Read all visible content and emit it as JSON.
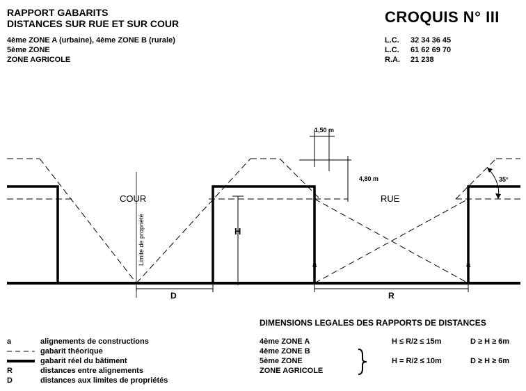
{
  "header": {
    "title_line1": "RAPPORT GABARITS",
    "title_line2": "DISTANCES SUR RUE ET SUR COUR",
    "zone_line1": "4ème ZONE A (urbaine), 4ème ZONE B (rurale)",
    "zone_line2": "5ème ZONE",
    "zone_line3": "ZONE AGRICOLE",
    "croquis": "CROQUIS N° III"
  },
  "references": [
    {
      "code": "L.C.",
      "numbers": "32  34  36  45"
    },
    {
      "code": "L.C.",
      "numbers": "61  62  69  70"
    },
    {
      "code": "R.A.",
      "numbers": "21  238"
    }
  ],
  "diagram": {
    "label_cour": "COUR",
    "label_rue": "RUE",
    "label_limite": "Limite de propriété",
    "label_h": "H",
    "label_d": "D",
    "label_r": "R",
    "label_a1": "a",
    "label_a2": "a",
    "dim_150": "1,50 m",
    "dim_480": "4,80 m",
    "angle": "35°"
  },
  "legend": [
    {
      "symbol": "a",
      "text": "alignements de constructions"
    },
    {
      "symbol": "dash",
      "text": "gabarit théorique"
    },
    {
      "symbol": "thick",
      "text": "gabarit réel du bâtiment"
    },
    {
      "symbol": "R",
      "text": "distances entre alignements"
    },
    {
      "symbol": "D",
      "text": "distances aux limites de propriétés"
    }
  ],
  "dimensions": {
    "title": "DIMENSIONS LEGALES DES RAPPORTS DE DISTANCES",
    "zones": [
      "4ème ZONE A",
      "4ème ZONE B",
      "5ème ZONE",
      "ZONE AGRICOLE"
    ],
    "row1_rule": "H ≤ R/2 ≤ 15m",
    "row1_d": "D ≥ H ≥ 6m",
    "row2_rule": "H = R/2 ≤ 10m",
    "row2_d": "D ≥ H ≥ 6m"
  }
}
